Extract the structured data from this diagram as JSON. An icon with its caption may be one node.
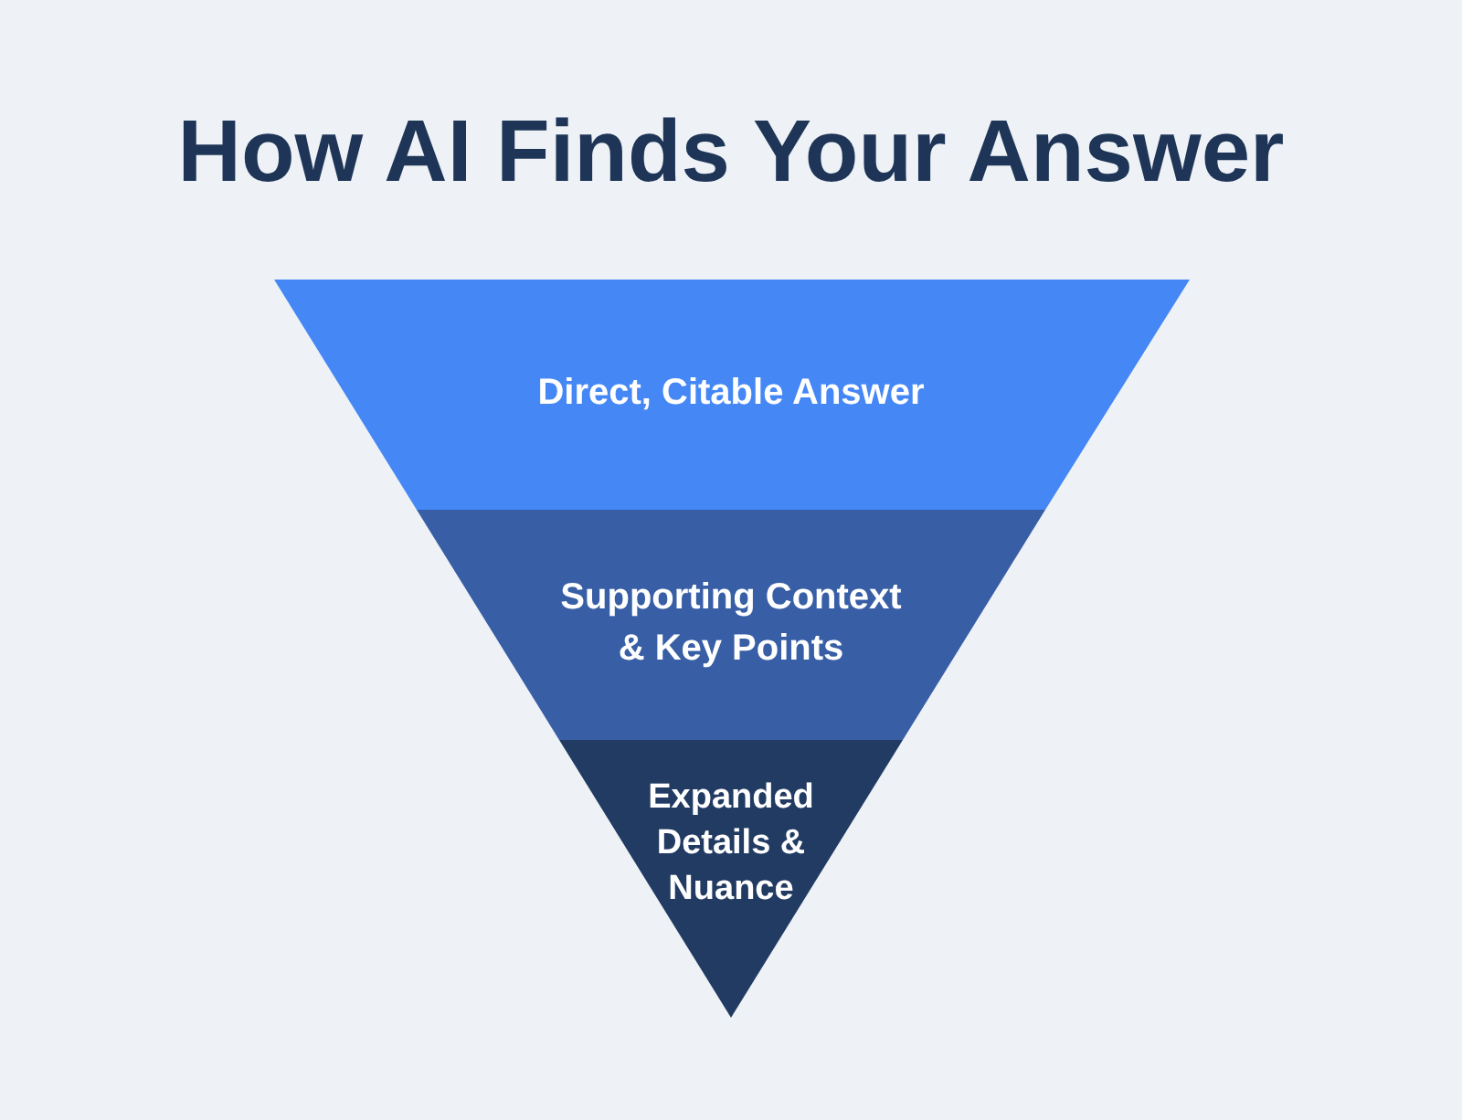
{
  "diagram": {
    "title": "How AI Finds Your Answer",
    "nodes": [
      {
        "text": [
          "Direct, Citable Answer"
        ]
      },
      {
        "text": [
          "Supporting Context & Key Points"
        ]
      },
      {
        "text": [
          "Expanded Details & Nuance"
        ]
      }
    ]
  }
}
